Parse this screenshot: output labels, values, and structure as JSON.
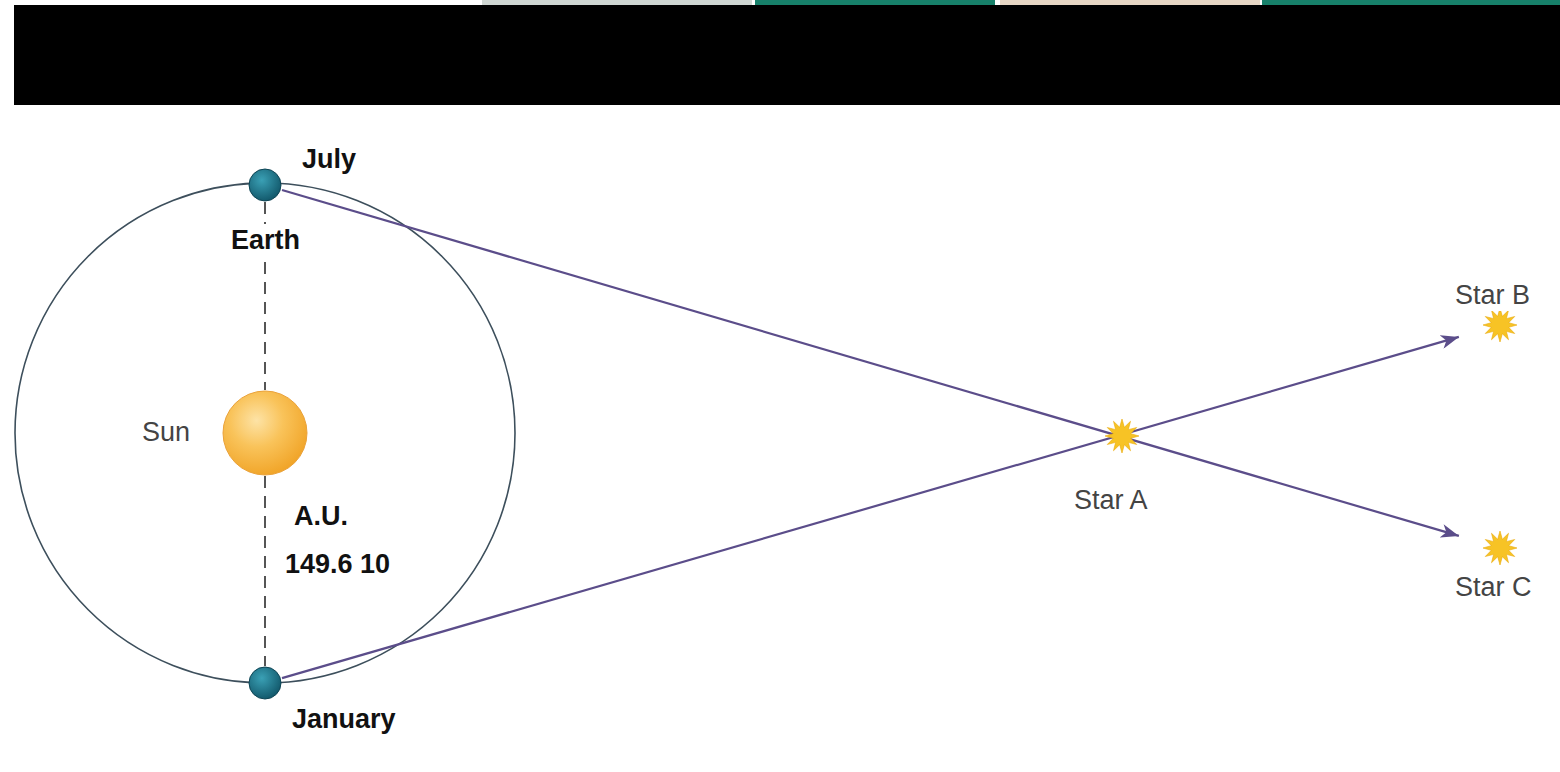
{
  "diagram": {
    "nodes": [
      {
        "text": [
          "July",
          "Earth"
        ]
      },
      {
        "text": [
          "Sun"
        ]
      },
      {
        "text": [
          "January"
        ]
      },
      {
        "text": [
          "Star A"
        ]
      },
      {
        "text": [
          "Star B"
        ]
      },
      {
        "text": [
          "Star C"
        ]
      }
    ],
    "edges": [
      {
        "from": 0,
        "to": 5,
        "arrow": "to"
      },
      {
        "from": 2,
        "to": 4,
        "arrow": "to"
      },
      {
        "from": 0,
        "to": 1,
        "arrow": "none"
      },
      {
        "from": 1,
        "to": 2,
        "arrow": "none"
      }
    ],
    "labels": [
      "A.U.",
      "149.6 10"
    ]
  }
}
